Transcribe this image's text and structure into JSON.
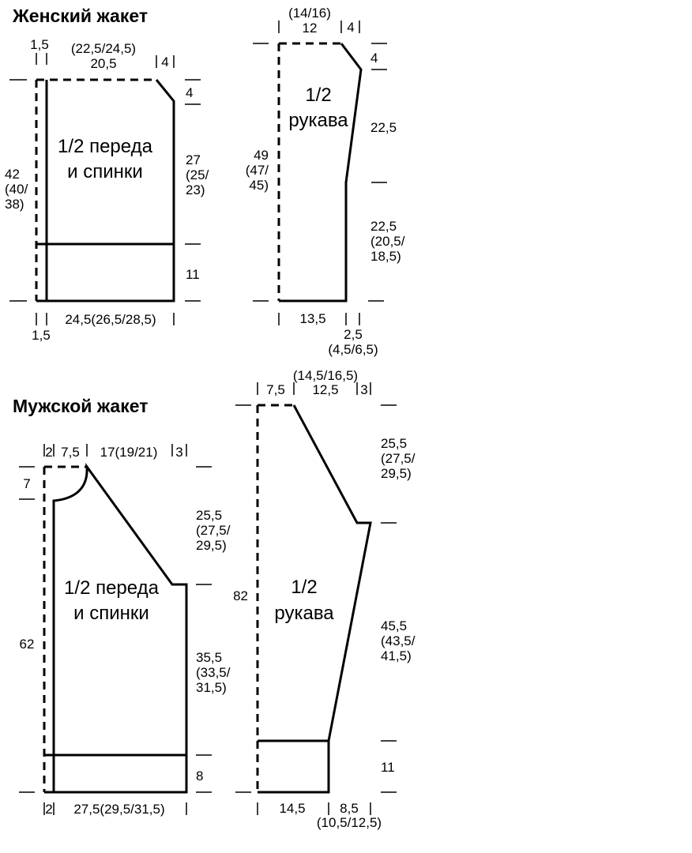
{
  "women": {
    "title": "Женский жакет",
    "body": {
      "label1": "1/2 переда",
      "label2": "и спинки",
      "top_left_width": "1,5",
      "top_width_sizes": "(22,5/24,5)",
      "top_width": "20,5",
      "neck_width": "4",
      "neck_depth": "4",
      "side_height1": "27",
      "side_height2": "(25/",
      "side_height3": "23)",
      "ribbing_height": "11",
      "total_height1": "42",
      "total_height2": "(40/",
      "total_height3": "38)",
      "bottom_width": "24,5(26,5/28,5)",
      "bottom_left_width": "1,5"
    },
    "sleeve": {
      "label1": "1/2",
      "label2": "рукава",
      "top_width_sizes": "(14/16)",
      "top_width": "12",
      "cap_width": "4",
      "cap_height": "4",
      "upper_height": "22,5",
      "lower_height1": "22,5",
      "lower_height2": "(20,5/",
      "lower_height3": "18,5)",
      "total_height1": "49",
      "total_height2": "(47/",
      "total_height3": "45)",
      "bottom_width": "13,5",
      "bottom_extra1": "2,5",
      "bottom_extra2": "(4,5/6,5)"
    }
  },
  "men": {
    "title": "Мужской жакет",
    "body": {
      "label1": "1/2 переда",
      "label2": "и спинки",
      "top_left_width": "2",
      "neck_width": "7,5",
      "shoulder_width": "17(19/21)",
      "top_right_width": "3",
      "neck_depth": "7",
      "raglan_height1": "25,5",
      "raglan_height2": "(27,5/",
      "raglan_height3": "29,5)",
      "side_height1": "35,5",
      "side_height2": "(33,5/",
      "side_height3": "31,5)",
      "ribbing_height": "8",
      "total_height": "62",
      "bottom_left_width": "2",
      "bottom_width": "27,5(29,5/31,5)"
    },
    "sleeve": {
      "label1": "1/2",
      "label2": "рукава",
      "top_left_width": "7,5",
      "top_width_sizes": "(14,5/16,5)",
      "top_width": "12,5",
      "top_right_width": "3",
      "raglan_height1": "25,5",
      "raglan_height2": "(27,5/",
      "raglan_height3": "29,5)",
      "total_height": "82",
      "lower_height1": "45,5",
      "lower_height2": "(43,5/",
      "lower_height3": "41,5)",
      "cuff_height": "11",
      "bottom_width": "14,5",
      "bottom_extra1": "8,5",
      "bottom_extra2": "(10,5/12,5)"
    }
  }
}
